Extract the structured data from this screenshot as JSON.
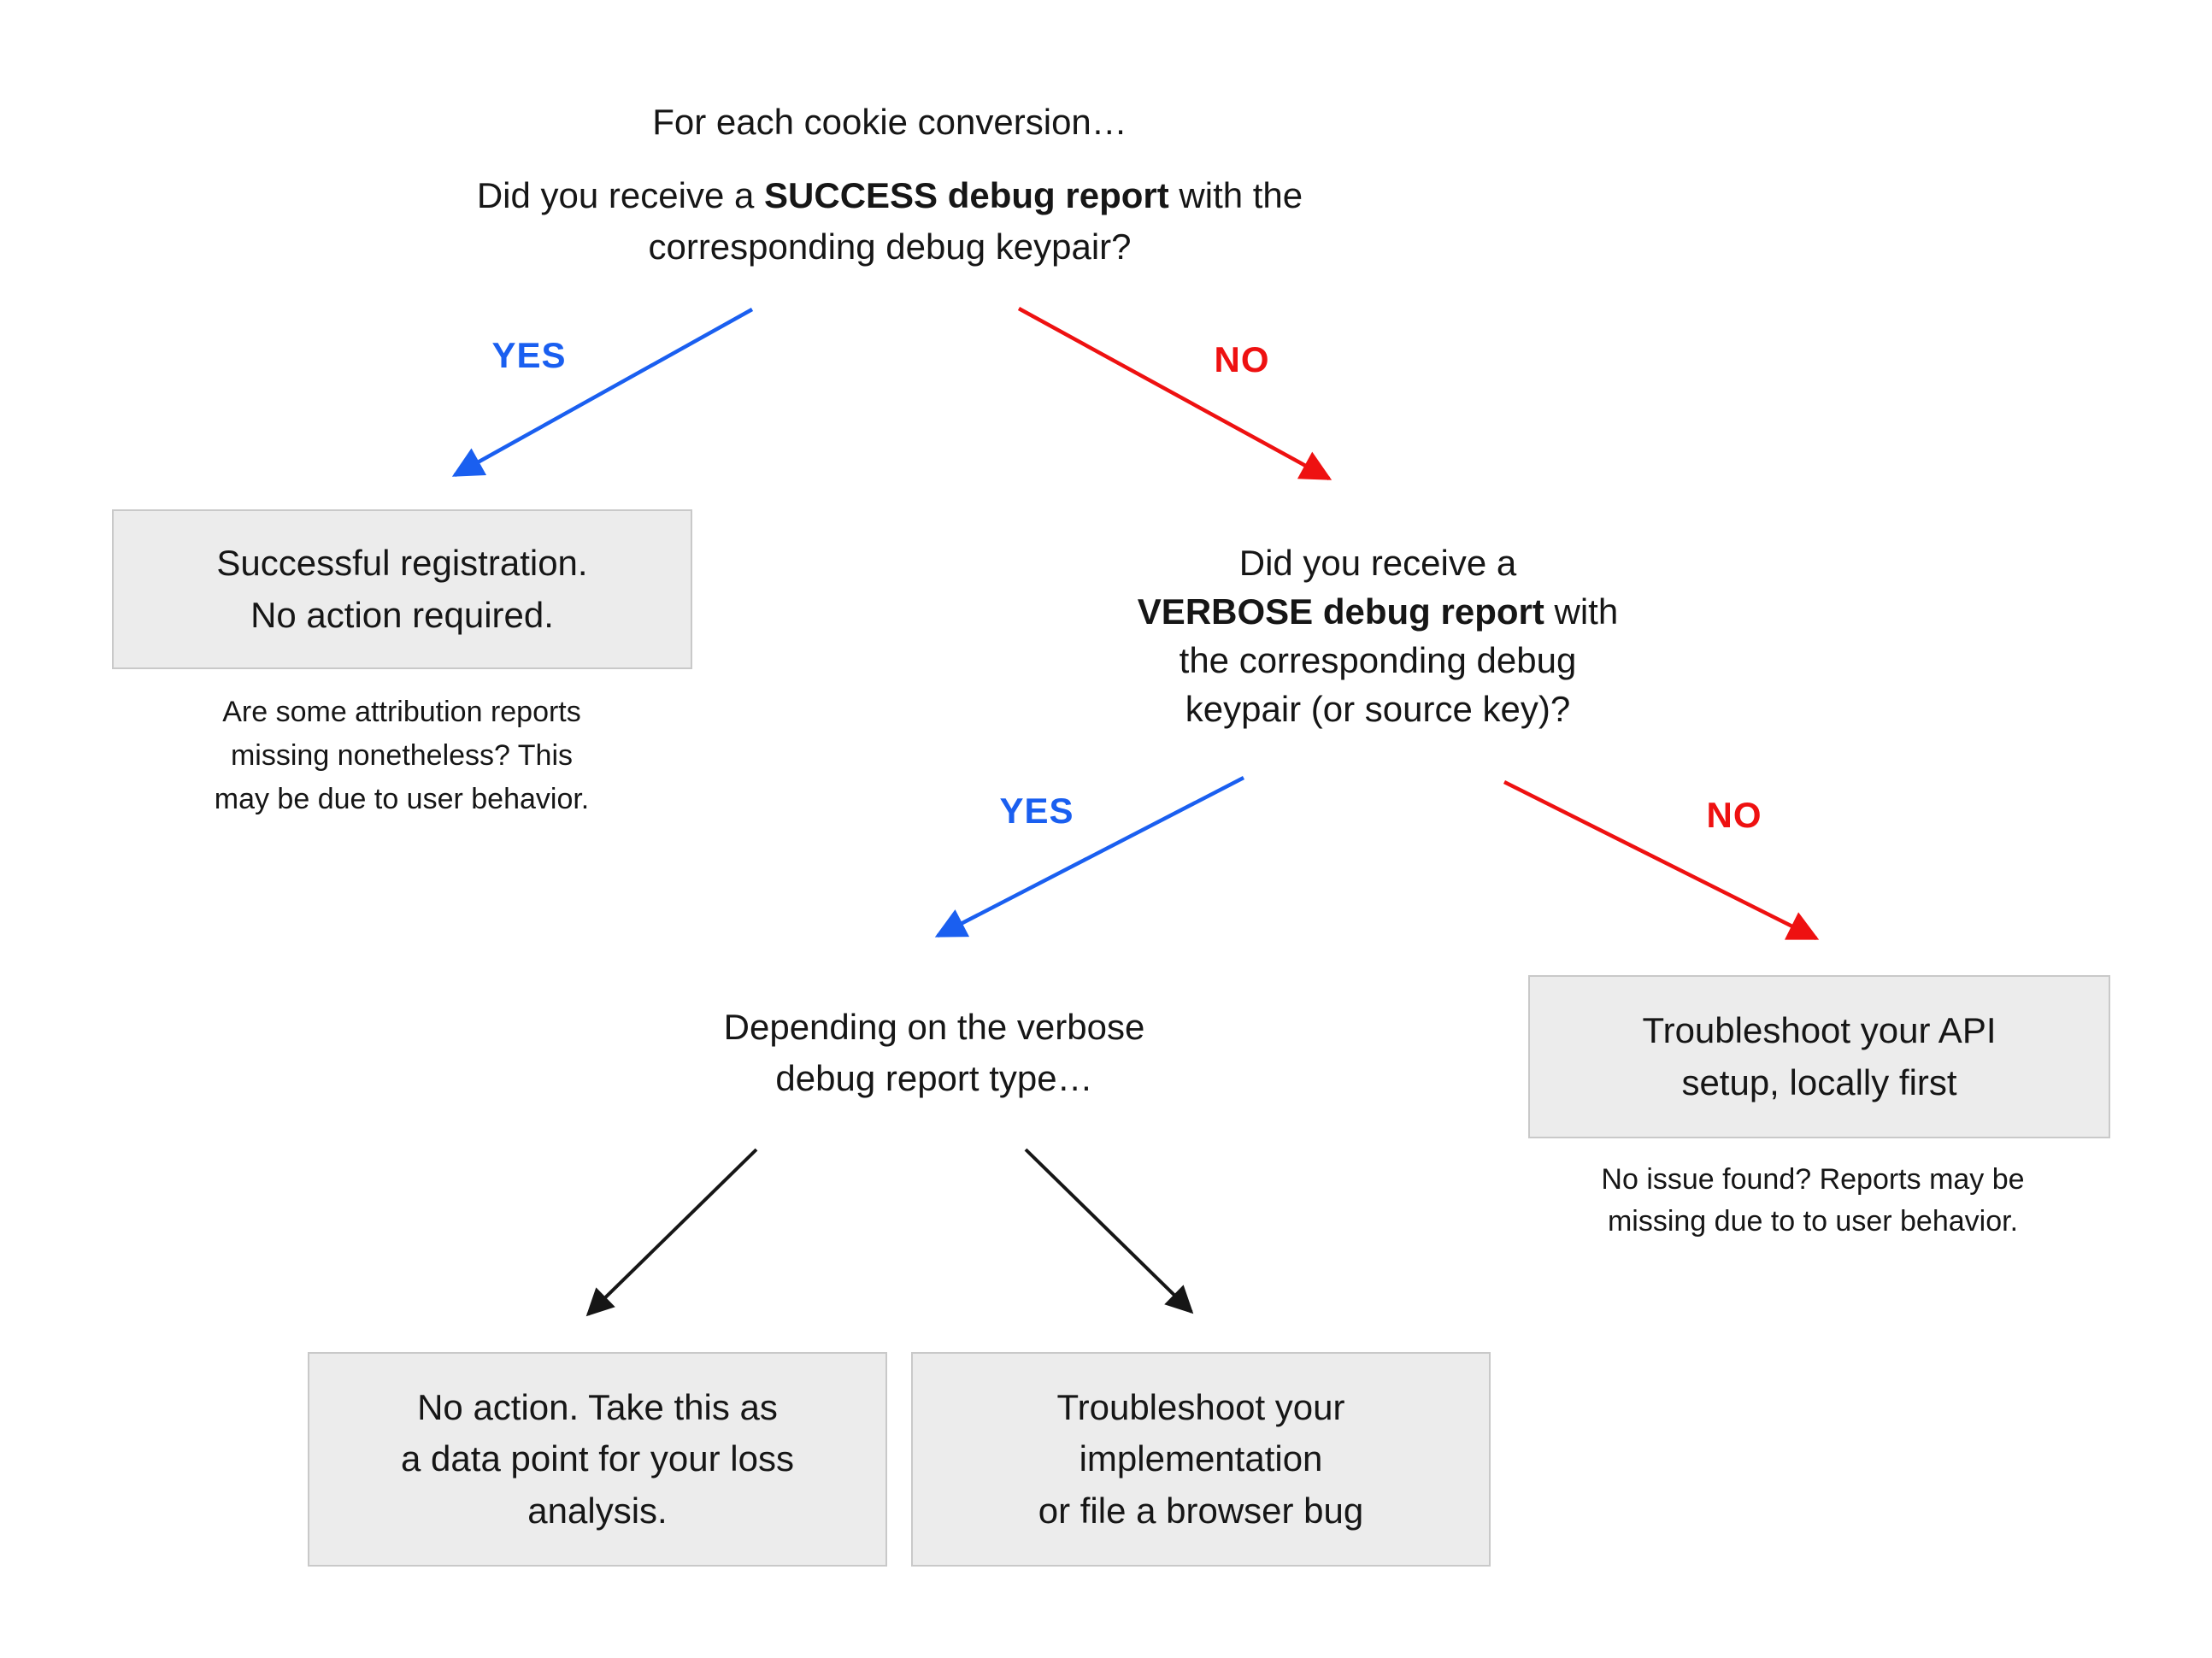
{
  "colors": {
    "yes": "#1a5ff0",
    "no": "#ee1111",
    "ink": "#161616",
    "box_bg": "#ececec",
    "box_border": "#c9c9c9",
    "bg": "#ffffff"
  },
  "flow": {
    "intro": "For each cookie conversion…",
    "q_success": {
      "line1_pre": "Did you receive a ",
      "line1_bold": "SUCCESS debug report",
      "line1_post": " with the",
      "line2": "corresponding debug keypair?"
    },
    "labels": {
      "yes1": "YES",
      "no1": "NO",
      "yes2": "YES",
      "no2": "NO"
    },
    "box_success": {
      "line1": "Successful registration.",
      "line2": "No action required."
    },
    "note_success": {
      "line1": "Are some attribution reports",
      "line2": "missing nonetheless? This",
      "line3": "may be due to user behavior."
    },
    "q_verbose": {
      "line1": "Did you receive a",
      "line2_bold": "VERBOSE debug report",
      "line2_post": " with",
      "line3": "the corresponding debug",
      "line4": "keypair (or source key)?"
    },
    "depending": {
      "line1": "Depending on the verbose",
      "line2": "debug report type…"
    },
    "box_api": {
      "line1": "Troubleshoot your API",
      "line2": "setup, locally first"
    },
    "note_api": {
      "line1": "No issue found? Reports may be",
      "line2": "missing due to to user behavior."
    },
    "box_loss": {
      "line1": "No action. Take this as",
      "line2": "a data point for your loss",
      "line3": "analysis."
    },
    "box_impl": {
      "line1": "Troubleshoot your",
      "line2": "implementation",
      "line3": "or file a browser bug"
    }
  }
}
